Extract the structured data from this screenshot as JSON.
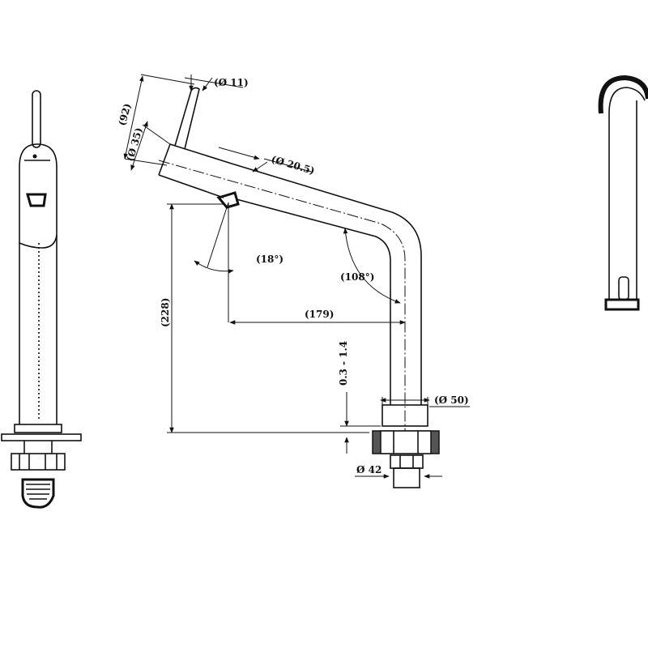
{
  "dimensions": {
    "lever_diameter": "(Ø 11)",
    "handle_height": "(92)",
    "body_diameter": "(Ø 35)",
    "spout_diameter": "(Ø 20.5)",
    "tilt_angle": "(18°)",
    "bend_angle": "(108°)",
    "reach": "(179)",
    "height": "(228)",
    "deck_thickness": "0.3 - 1.4",
    "base_diameter": "(Ø 50)",
    "shank_diameter": "Ø 42"
  }
}
